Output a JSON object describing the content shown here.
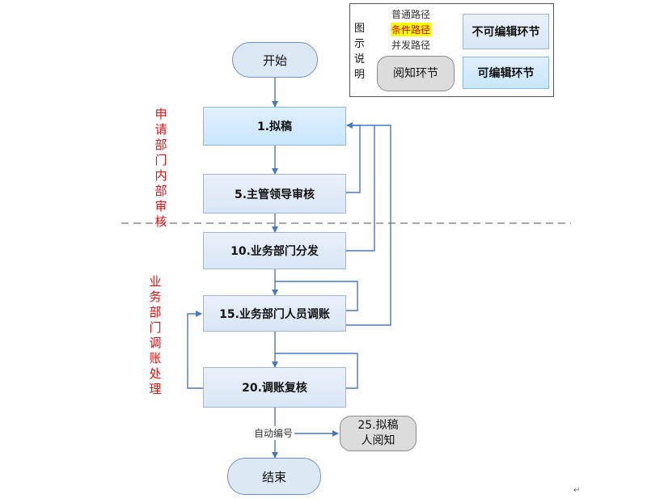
{
  "legend": {
    "title": "图示说明",
    "normal_path": "普通路径",
    "conditional_path": "条件路径",
    "parallel_path": "并发路径",
    "non_editable": "不可编辑环节",
    "editable": "可编辑环节",
    "notify": "阅知环节"
  },
  "phases": {
    "internal_review": "申请部门内部审核",
    "business_processing": "业务部门调账处理"
  },
  "nodes": {
    "start": "开始",
    "draft": "1.拟稿",
    "supervisor_review": "5.主管领导审核",
    "business_dispatch": "10.业务部门分发",
    "staff_adjust": "15.业务部门人员调账",
    "adjust_recheck": "20.调账复核",
    "drafter_notify": "25.拟稿人阅知",
    "end": "结束"
  },
  "edges": {
    "auto_number": "自动编号"
  },
  "colors": {
    "normal_path": "#4a78c0",
    "conditional_path": "#ff0000",
    "parallel_path": "#ff00ff",
    "phase_text": "#e01010",
    "editable_fill": "#cfe8fb",
    "step_fill": "#dfe9f5"
  }
}
